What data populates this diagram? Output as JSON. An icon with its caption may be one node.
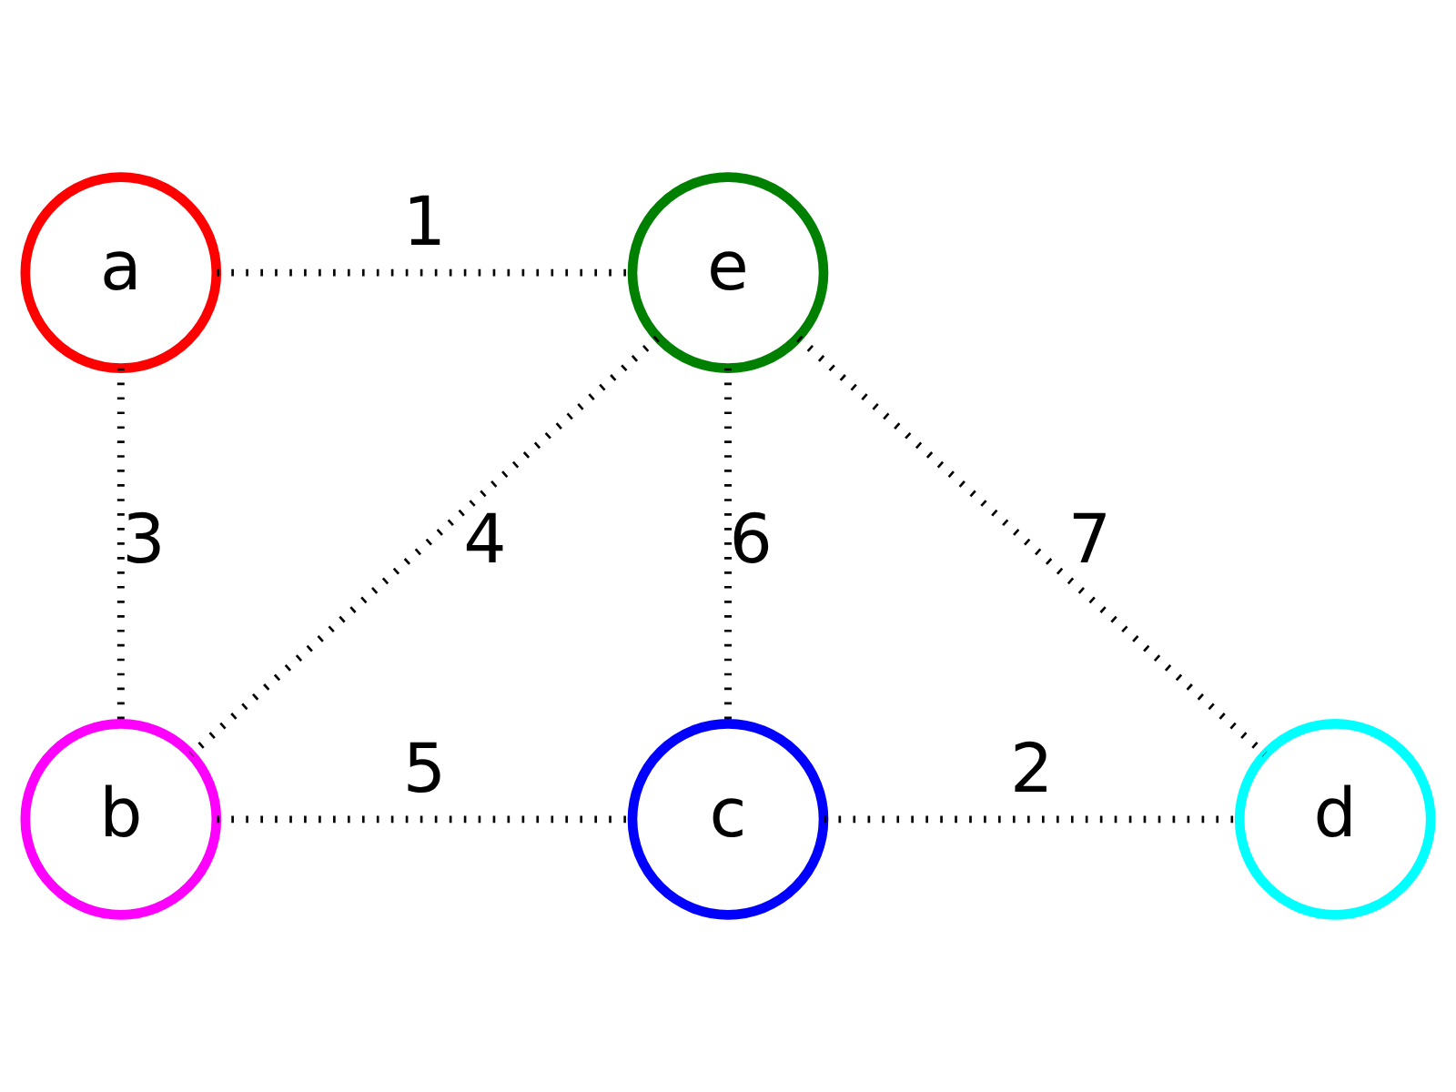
{
  "diagram": {
    "nodes": [
      {
        "text": [
          "a"
        ]
      },
      {
        "text": [
          "e"
        ]
      },
      {
        "text": [
          "b"
        ]
      },
      {
        "text": [
          "c"
        ]
      },
      {
        "text": [
          "d"
        ]
      }
    ],
    "edges": [
      {
        "from": 0,
        "to": 1,
        "arrow": "none",
        "label": "1"
      },
      {
        "from": 0,
        "to": 2,
        "arrow": "none",
        "label": "3"
      },
      {
        "from": 1,
        "to": 2,
        "arrow": "none",
        "label": "4"
      },
      {
        "from": 1,
        "to": 3,
        "arrow": "none",
        "label": "6"
      },
      {
        "from": 1,
        "to": 4,
        "arrow": "none",
        "label": "7"
      },
      {
        "from": 2,
        "to": 3,
        "arrow": "none",
        "label": "5"
      },
      {
        "from": 3,
        "to": 4,
        "arrow": "none",
        "label": "2"
      }
    ]
  }
}
